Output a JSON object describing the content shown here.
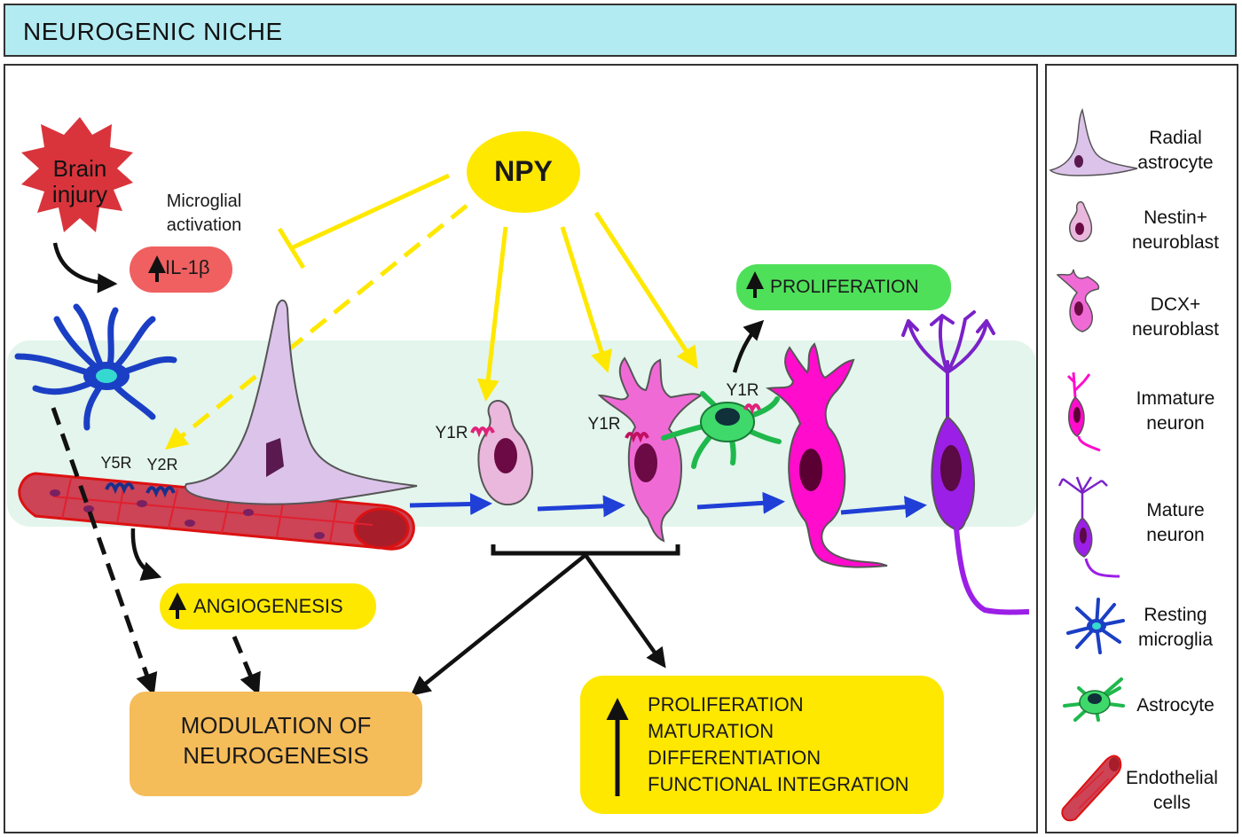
{
  "header": {
    "title": "NEUROGENIC NICHE"
  },
  "injury": {
    "label_line1": "Brain",
    "label_line2": "injury"
  },
  "microglial_activation": {
    "line1": "Microglial",
    "line2": "activation"
  },
  "il1b": {
    "label": "IL-1β"
  },
  "npy": {
    "label": "NPY"
  },
  "receptors": {
    "y5r": "Y5R",
    "y2r": "Y2R",
    "y1r_a": "Y1R",
    "y1r_b": "Y1R",
    "y1r_c": "Y1R"
  },
  "proliferation_top": {
    "label": "PROLIFERATION"
  },
  "angiogenesis": {
    "label": "ANGIOGENESIS"
  },
  "modulation": {
    "line1": "MODULATION OF",
    "line2": "NEUROGENESIS"
  },
  "effects": {
    "items": [
      "PROLIFERATION",
      "MATURATION",
      "DIFFERENTIATION",
      "FUNCTIONAL INTEGRATION"
    ]
  },
  "legend": {
    "items": [
      {
        "line1": "Radial",
        "line2": "astrocyte",
        "icon": "radial-astrocyte-icon"
      },
      {
        "line1": "Nestin+",
        "line2": "neuroblast",
        "icon": "nestin-neuroblast-icon"
      },
      {
        "line1": "DCX+",
        "line2": "neuroblast",
        "icon": "dcx-neuroblast-icon"
      },
      {
        "line1": "Immature",
        "line2": "neuron",
        "icon": "immature-neuron-icon"
      },
      {
        "line1": "Mature",
        "line2": "neuron",
        "icon": "mature-neuron-icon"
      },
      {
        "line1": "Resting",
        "line2": "microglia",
        "icon": "resting-microglia-icon"
      },
      {
        "line1": "Astrocyte",
        "line2": "",
        "icon": "astrocyte-icon"
      },
      {
        "line1": "Endothelial",
        "line2": "cells",
        "icon": "endothelial-cells-icon"
      }
    ]
  },
  "colors": {
    "header_bg": "#b3ebf2",
    "niche_bg": "#e3f5ec",
    "npy_yellow": "#ffe800",
    "il1b_red": "#f06060",
    "proliferation_green": "#4fe05a",
    "modulation_orange": "#f5bc5a",
    "flow_blue": "#1f3fd6"
  }
}
